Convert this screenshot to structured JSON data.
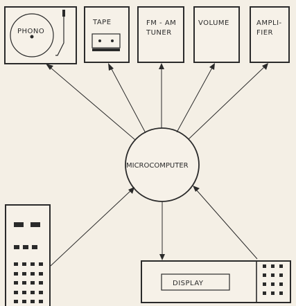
{
  "nodes": {
    "phono": "PHONO",
    "tape": "TAPE",
    "tuner_line1": "FM - AM",
    "tuner_line2": "TUNER",
    "volume": "VOLUME",
    "amplifier_line1": "AMPLI-",
    "amplifier_line2": "FIER",
    "microcomputer": "MICROCOMPUTER",
    "display": "DISPLAY"
  },
  "colors": {
    "background": "#f4efe5",
    "ink": "#2a2a2a"
  }
}
